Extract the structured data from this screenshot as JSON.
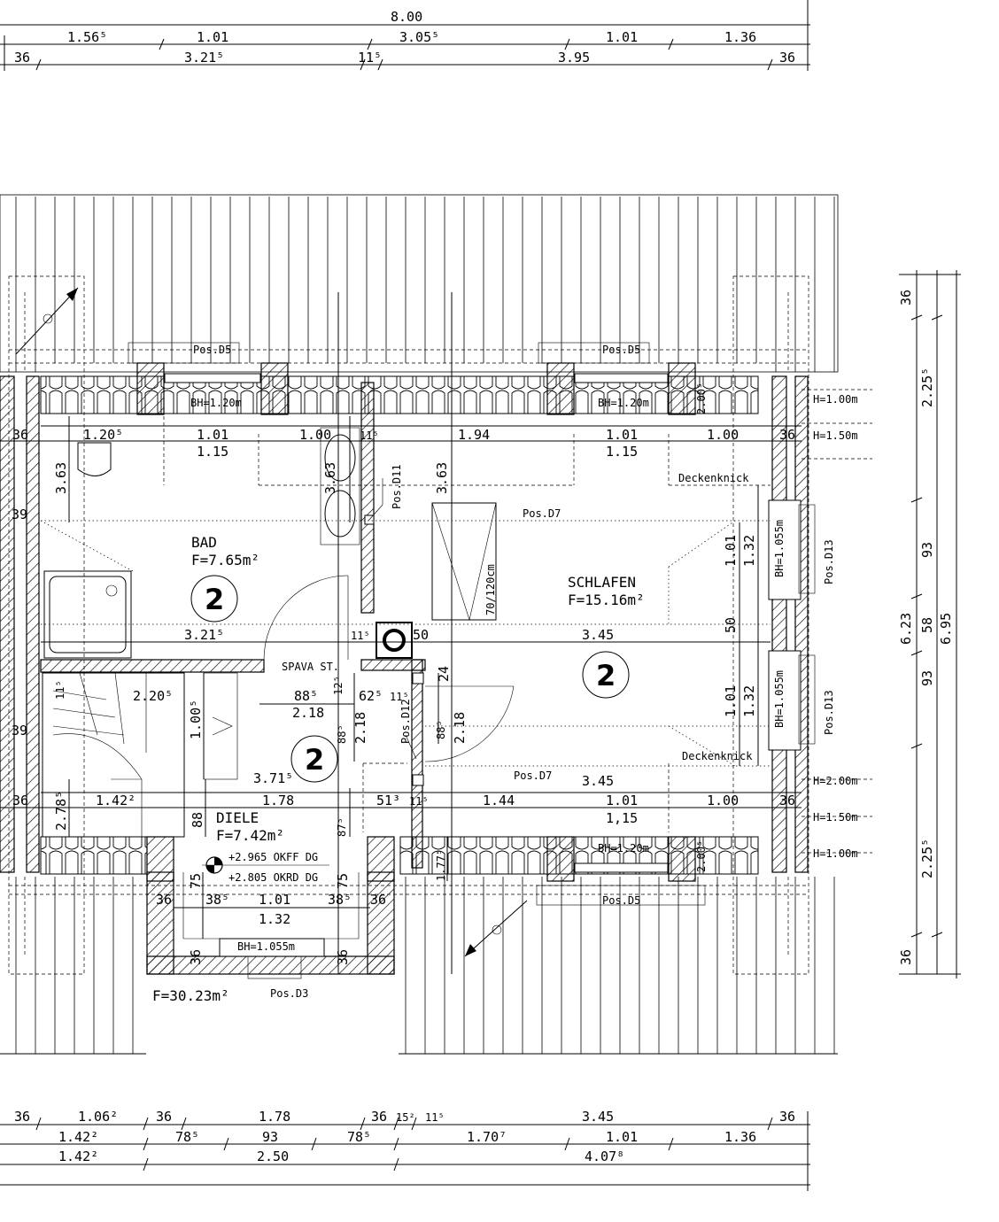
{
  "dimensions_top": {
    "row1": [
      "8.00"
    ],
    "row2": [
      "1.56⁵",
      "1.01",
      "3.05⁵",
      "1.01",
      "1.36"
    ],
    "row3": [
      "36",
      "3.21⁵",
      "11⁵",
      "3.95",
      "36"
    ]
  },
  "dimensions_bottom": {
    "row1": [
      "36",
      "1.06²",
      "36",
      "1.78",
      "36",
      "15²",
      "11⁵",
      "3.45",
      "36"
    ],
    "row2": [
      "1.42²",
      "78⁵",
      "93",
      "78⁵",
      "1.70⁷",
      "1.01",
      "1.36"
    ],
    "row3": [
      "1.42²",
      "2.50",
      "4.07⁸"
    ]
  },
  "dimensions_right": {
    "inner": [
      "36",
      "2.25⁵",
      "93",
      "58",
      "93",
      "2.25⁵",
      "36"
    ],
    "outer": [
      "6.23",
      "6.95"
    ]
  },
  "rooms": [
    {
      "name": "BAD",
      "area": "F=7.65m²",
      "number": "2"
    },
    {
      "name": "SCHLAFEN",
      "area": "F=15.16m²",
      "number": "2"
    },
    {
      "name": "DIELE",
      "area": "F=7.42m²",
      "number": "2"
    }
  ],
  "levels": [
    "+2.965 OKFF DG",
    "+2.805 OKRD DG"
  ],
  "total_area": "F=30.23m²",
  "positions": [
    "Pos.D5",
    "Pos.D5",
    "Pos.D5",
    "Pos.D7",
    "Pos.D7",
    "Pos.D11",
    "Pos.D12",
    "Pos.D13",
    "Pos.D13",
    "Pos.D3"
  ],
  "window_heights": [
    "BH=1.20m",
    "BH=1.20m",
    "BH=1.20m",
    "BH=1.055m",
    "BH=1.055m",
    "BH=1.055m"
  ],
  "heights_right": [
    "H=1.00m",
    "H=1.50m",
    "H=2.00m",
    "H=1.50m",
    "H=1.00m"
  ],
  "ceiling_label": "Deckenknick",
  "skylight_label": "70/120cm",
  "stair_label": "SPAVA ST.",
  "inner_dims": {
    "bad_width": "1.20⁵",
    "w1": "1.01",
    "h1": "1.15",
    "w2": "1.00",
    "w3": "11⁵",
    "w4": "1.94",
    "w5": "1.01",
    "h5": "1.15",
    "w6": "1.00",
    "wall36a": "36",
    "wall36b": "36",
    "h363a": "3.63",
    "h363b": "3.63",
    "h363c": "3.63",
    "d39a": "39",
    "d39b": "39",
    "d321": "3.21⁵",
    "d11a": "11⁵",
    "d50": "50",
    "d345a": "3.45",
    "d101a": "1.01",
    "d132a": "1.32",
    "d50v": "50",
    "d101b": "1.01",
    "d132b": "1.32",
    "d220": "2.20⁵",
    "d100v": "1.00⁵",
    "d885a": "88⁵",
    "d218a": "2.18",
    "d125": "12⁵",
    "d625": "62⁵",
    "d11b": "11⁵",
    "d24": "24",
    "d885b": "88⁵",
    "d218b": "2.18",
    "d885c": "88⁵",
    "d218c": "2.18",
    "d11c": "11⁵",
    "d371": "3.71⁵",
    "d345b": "3.45",
    "d142": "1.42²",
    "d178": "1.78",
    "d513": "51³",
    "d11d": "11⁵",
    "d144": "1.44",
    "d101c": "1.01",
    "d115c": "1,15",
    "d100c": "1.00",
    "d36c": "36",
    "d36d": "36",
    "d278": "2.78⁵",
    "d88": "88",
    "d875": "87⁵",
    "d75a": "75",
    "d75b": "75",
    "d36e": "36",
    "d385a": "38⁵",
    "d101d": "1.01",
    "d132c": "1.32",
    "d385b": "38⁵",
    "d36f": "36",
    "d36g": "36",
    "d36h": "36",
    "d177": "1.77⁵",
    "d005a": "2.00⁵",
    "d005b": "2.00⁵",
    "d11e": "11⁵"
  }
}
